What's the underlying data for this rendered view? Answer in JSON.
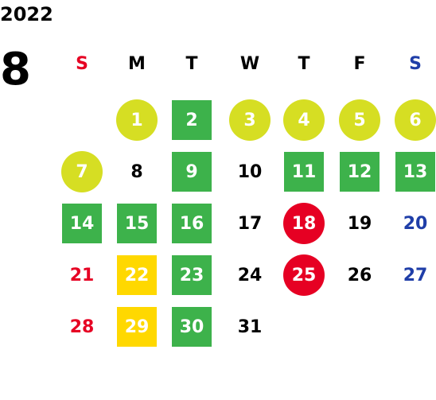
{
  "year": "2022",
  "month": "8",
  "weekdays": [
    "S",
    "M",
    "T",
    "W",
    "T",
    "F",
    "S"
  ],
  "colors": {
    "sunday": "#e60023",
    "saturday": "#1f3ea8",
    "weekday": "#000000",
    "green_square": "#3db24b",
    "yellow_square": "#ffd800",
    "lime_circle": "#d6de23",
    "red_circle": "#e60023"
  },
  "days": [
    {
      "n": "1",
      "style": "lime"
    },
    {
      "n": "2",
      "style": "green"
    },
    {
      "n": "3",
      "style": "lime"
    },
    {
      "n": "4",
      "style": "lime"
    },
    {
      "n": "5",
      "style": "lime"
    },
    {
      "n": "6",
      "style": "lime"
    },
    {
      "n": "7",
      "style": "lime"
    },
    {
      "n": "8",
      "style": "plain"
    },
    {
      "n": "9",
      "style": "green"
    },
    {
      "n": "10",
      "style": "plain"
    },
    {
      "n": "11",
      "style": "green"
    },
    {
      "n": "12",
      "style": "green"
    },
    {
      "n": "13",
      "style": "green"
    },
    {
      "n": "14",
      "style": "green"
    },
    {
      "n": "15",
      "style": "green"
    },
    {
      "n": "16",
      "style": "green"
    },
    {
      "n": "17",
      "style": "plain"
    },
    {
      "n": "18",
      "style": "red"
    },
    {
      "n": "19",
      "style": "plain"
    },
    {
      "n": "20",
      "style": "plain"
    },
    {
      "n": "21",
      "style": "plain"
    },
    {
      "n": "22",
      "style": "yellow"
    },
    {
      "n": "23",
      "style": "green"
    },
    {
      "n": "24",
      "style": "plain"
    },
    {
      "n": "25",
      "style": "red"
    },
    {
      "n": "26",
      "style": "plain"
    },
    {
      "n": "27",
      "style": "plain"
    },
    {
      "n": "28",
      "style": "plain"
    },
    {
      "n": "29",
      "style": "yellow"
    },
    {
      "n": "30",
      "style": "green"
    },
    {
      "n": "31",
      "style": "plain"
    }
  ]
}
